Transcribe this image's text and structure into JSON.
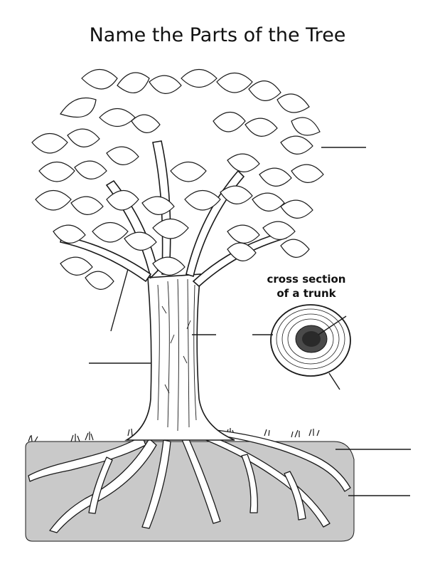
{
  "title": "Name the Parts of the Tree",
  "cross_section": {
    "line1": "cross section",
    "line2": "of a trunk"
  },
  "colors": {
    "ink": "#1a1a1a",
    "soil": "#c9c9c9",
    "heartwood": "#4a4a4a"
  }
}
